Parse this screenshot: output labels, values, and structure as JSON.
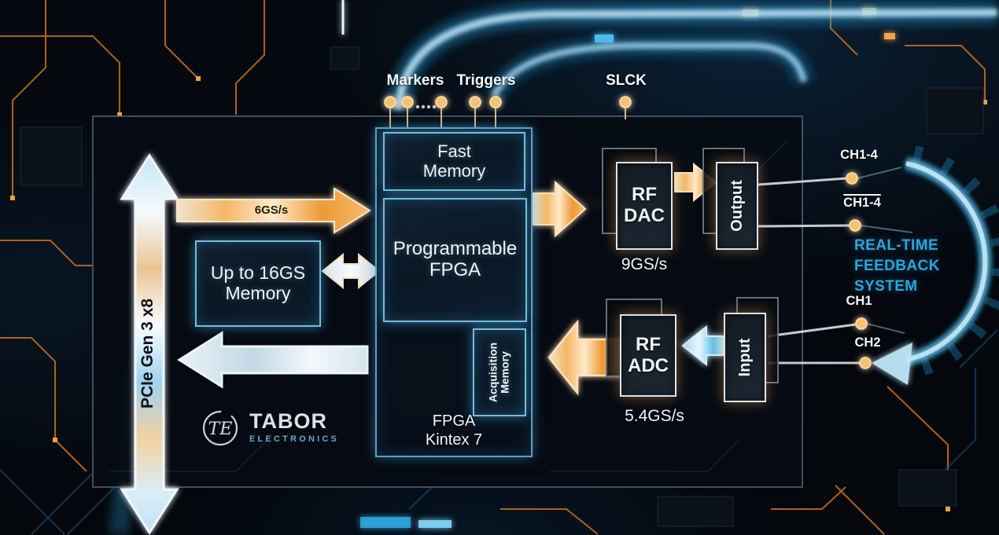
{
  "diagram": {
    "type": "block-diagram",
    "subject": "Tabor Electronics AWG / digitizer architecture on PCB artwork"
  },
  "colors": {
    "accent_orange": "#f2a24a",
    "accent_cyan": "#46c0f0",
    "feedback_text": "#2ba6dd",
    "box_glow_blue": "#7fd4ff"
  },
  "pins": {
    "markers": "Markers",
    "triggers": "Triggers",
    "slck": "SLCK"
  },
  "pcie": {
    "label": "PCIe Gen 3 x8"
  },
  "memory": {
    "line1": "Up to 16GS",
    "line2": "Memory"
  },
  "fpga": {
    "fast_line1": "Fast",
    "fast_line2": "Memory",
    "prog_line1": "Programmable",
    "prog_line2": "FPGA",
    "acq_line1": "Acquisition",
    "acq_line2": "Memory",
    "kintex_line1": "FPGA",
    "kintex_line2": "Kintex 7"
  },
  "rates": {
    "bus": "6GS/s",
    "dac": "9GS/s",
    "adc": "5.4GS/s"
  },
  "converters": {
    "dac_line1": "RF",
    "dac_line2": "DAC",
    "adc_line1": "RF",
    "adc_line2": "ADC"
  },
  "io": {
    "output": "Output",
    "input": "Input"
  },
  "channels": {
    "out_normal": "CH1-4",
    "out_inverted": "CH1-4",
    "in_ch1": "CH1",
    "in_ch2": "CH2"
  },
  "feedback": {
    "line1": "REAL-TIME",
    "line2": "FEEDBACK",
    "line3": "SYSTEM"
  },
  "logo": {
    "brand": "TABOR",
    "sub": "ELECTRONICS",
    "monogram": "TE"
  }
}
